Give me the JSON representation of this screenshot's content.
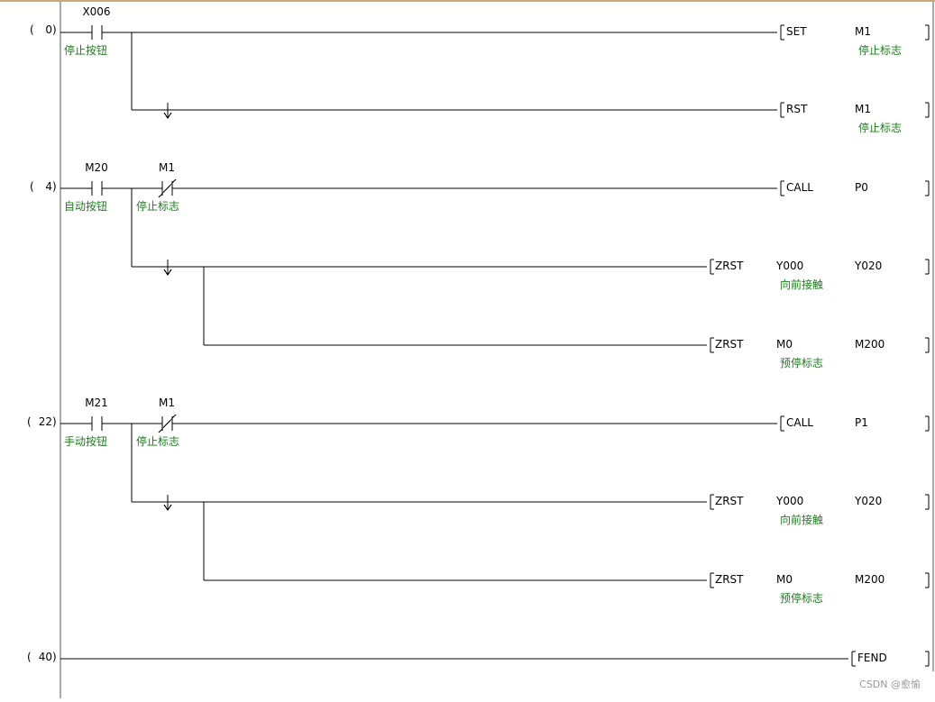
{
  "colors": {
    "text": "#000000",
    "comment": "#1a7f1a",
    "border": "#c8a878",
    "watermark": "#999999"
  },
  "watermark": "CSDN @愈愉",
  "rungs": [
    {
      "step": "0",
      "contacts": [
        {
          "type": "no-contact",
          "device": "X006",
          "comment": "停止按钮"
        }
      ],
      "outputs": [
        {
          "instruction": "SET",
          "operands": [
            "M1"
          ],
          "comments": [
            "停止标志"
          ]
        },
        {
          "instruction": "RST",
          "operands": [
            "M1"
          ],
          "comments": [
            "停止标志"
          ]
        }
      ]
    },
    {
      "step": "4",
      "contacts": [
        {
          "type": "no-contact",
          "device": "M20",
          "comment": "自动按钮"
        },
        {
          "type": "nc-contact",
          "device": "M1",
          "comment": "停止标志"
        }
      ],
      "outputs": [
        {
          "instruction": "CALL",
          "operands": [
            "P0"
          ],
          "comments": [
            ""
          ]
        },
        {
          "instruction": "ZRST",
          "operands": [
            "Y000",
            "Y020"
          ],
          "comments": [
            "向前接触",
            ""
          ]
        },
        {
          "instruction": "ZRST",
          "operands": [
            "M0",
            "M200"
          ],
          "comments": [
            "预停标志",
            ""
          ]
        }
      ]
    },
    {
      "step": "22",
      "contacts": [
        {
          "type": "no-contact",
          "device": "M21",
          "comment": "手动按钮"
        },
        {
          "type": "nc-contact",
          "device": "M1",
          "comment": "停止标志"
        }
      ],
      "outputs": [
        {
          "instruction": "CALL",
          "operands": [
            "P1"
          ],
          "comments": [
            ""
          ]
        },
        {
          "instruction": "ZRST",
          "operands": [
            "Y000",
            "Y020"
          ],
          "comments": [
            "向前接触",
            ""
          ]
        },
        {
          "instruction": "ZRST",
          "operands": [
            "M0",
            "M200"
          ],
          "comments": [
            "预停标志",
            ""
          ]
        }
      ]
    },
    {
      "step": "40",
      "contacts": [],
      "outputs": [
        {
          "instruction": "FEND",
          "operands": [],
          "comments": []
        }
      ]
    }
  ]
}
